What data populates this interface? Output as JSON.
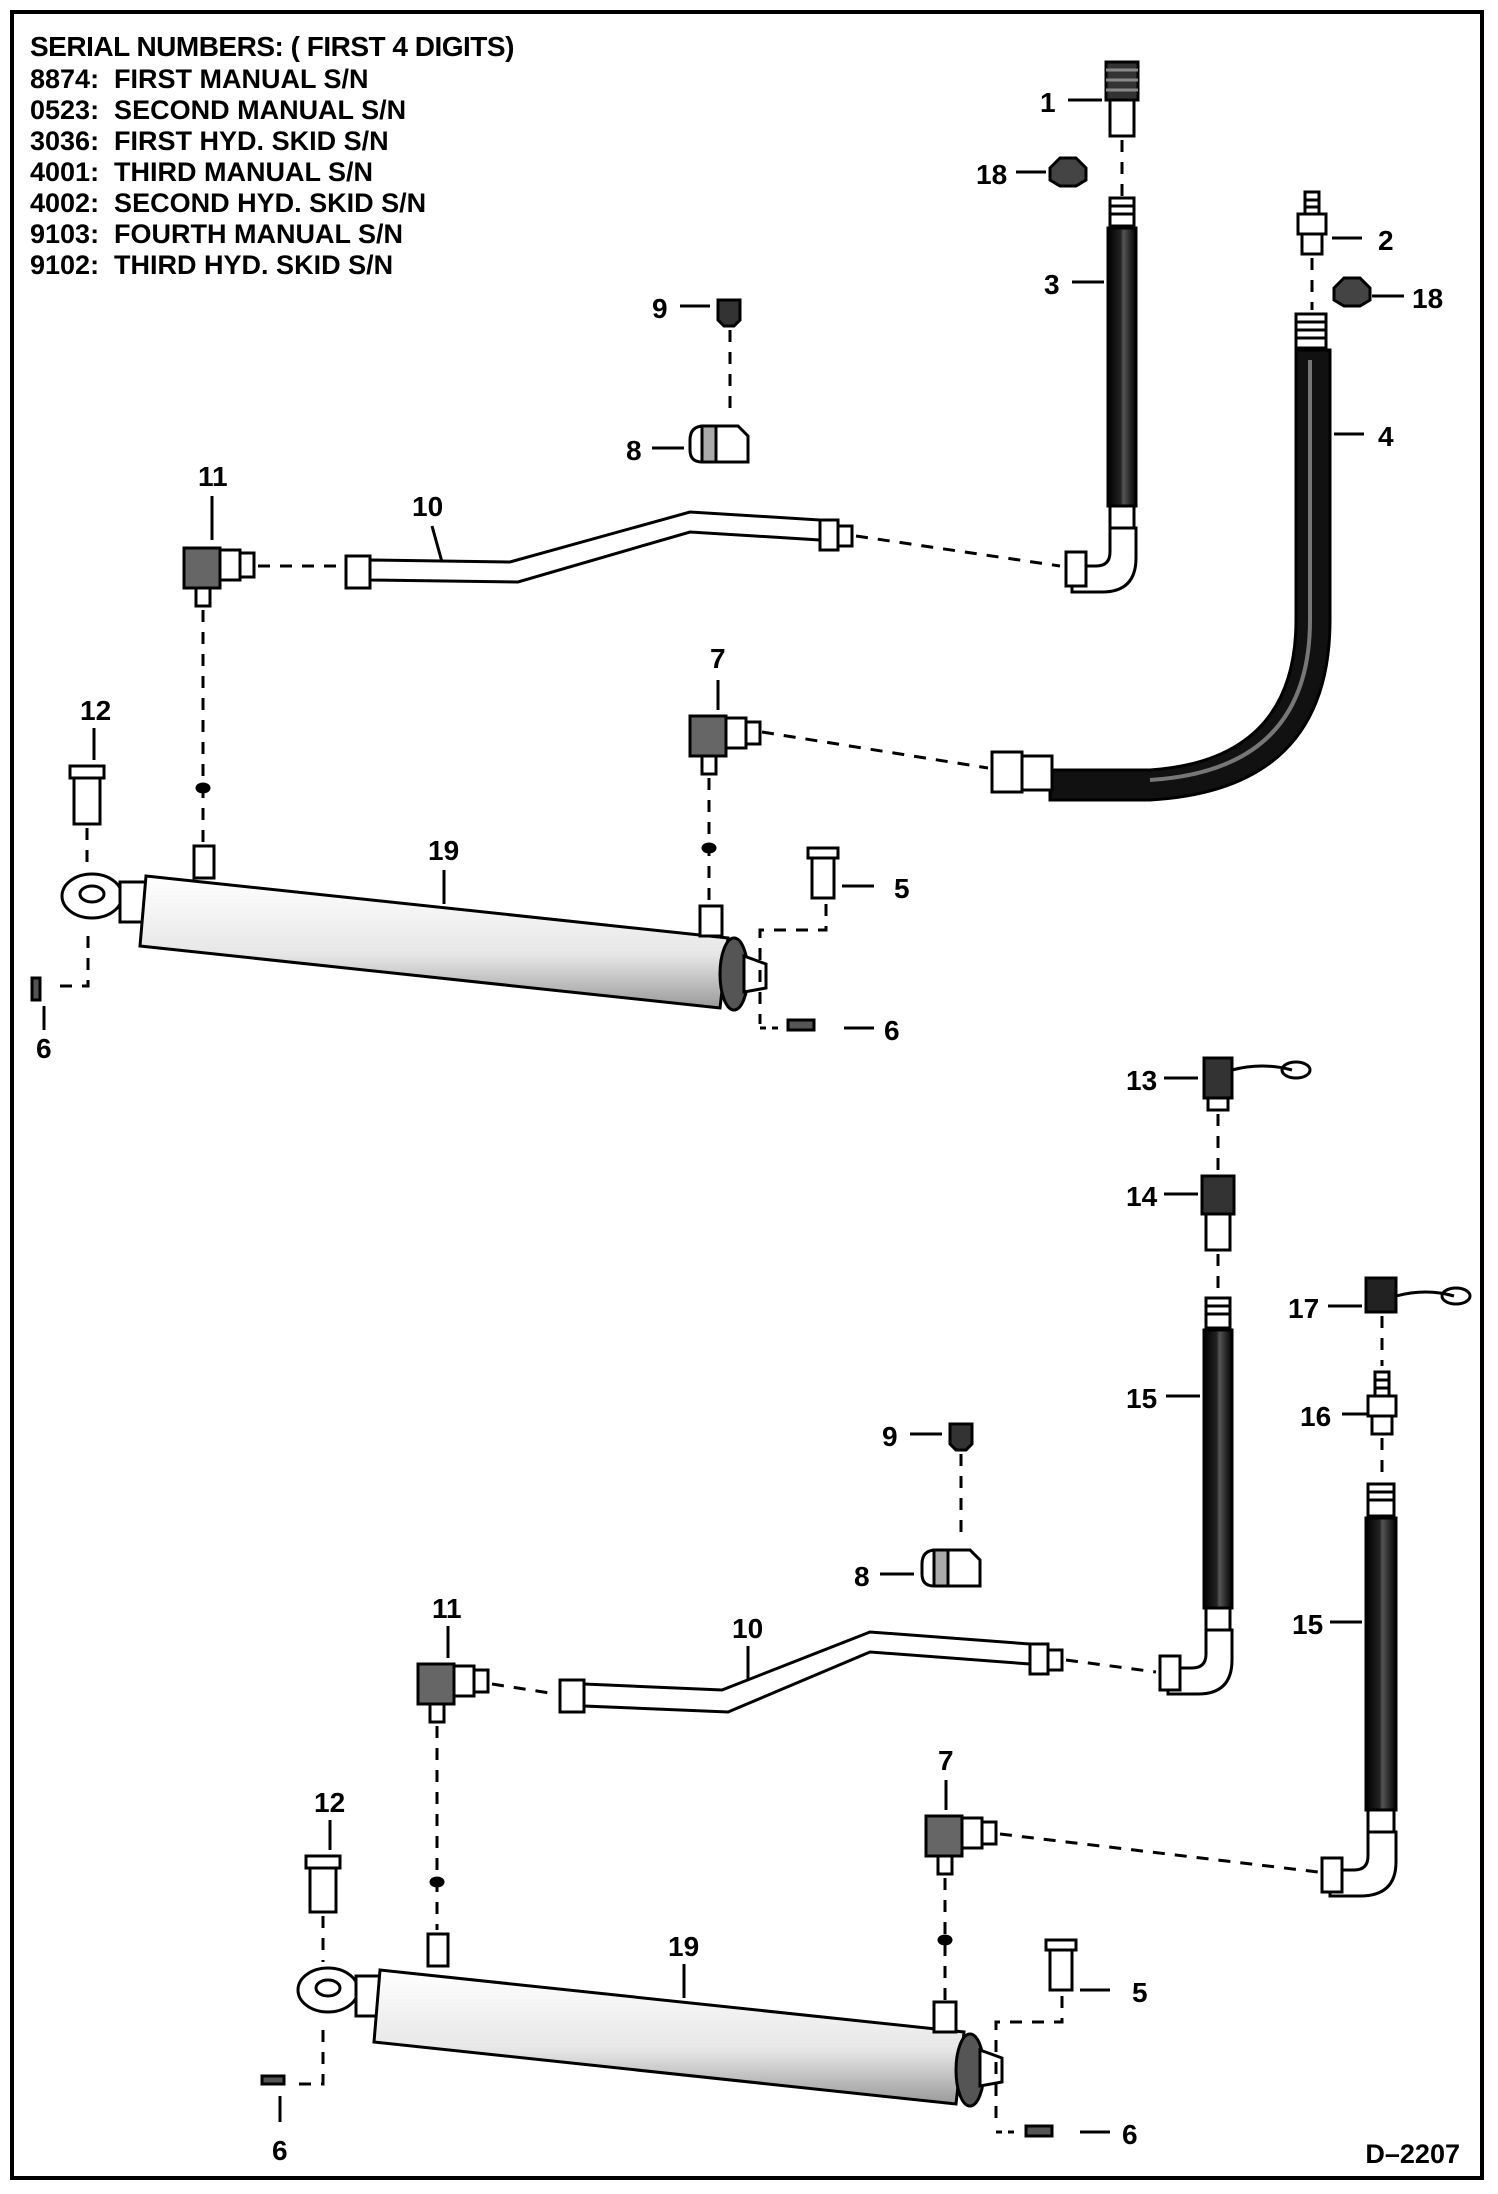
{
  "serial_header": {
    "title": "SERIAL NUMBERS: ( FIRST 4 DIGITS)",
    "rows": [
      "8874:  FIRST MANUAL S/N",
      "0523:  SECOND MANUAL S/N",
      "3036:  FIRST HYD. SKID S/N",
      "4001:  THIRD MANUAL S/N",
      "4002:  SECOND HYD. SKID S/N",
      "9103:  FOURTH MANUAL S/N",
      "9102:  THIRD HYD. SKID S/N"
    ]
  },
  "callouts": {
    "top": [
      "1",
      "18",
      "2",
      "3",
      "18",
      "4",
      "9",
      "8",
      "11",
      "10",
      "7",
      "12",
      "19",
      "5",
      "6",
      "6"
    ],
    "bottom": [
      "13",
      "14",
      "17",
      "15",
      "16",
      "9",
      "8",
      "15",
      "11",
      "10",
      "7",
      "12",
      "19",
      "5",
      "6",
      "6"
    ]
  },
  "drawing_id": "D–2207"
}
